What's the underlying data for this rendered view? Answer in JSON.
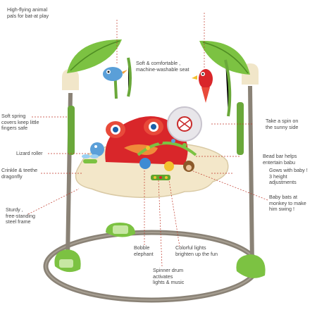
{
  "callouts": {
    "top_left": "High-flying animal\npals for bat-at play",
    "seat": "Soft & comfortable ,\nmachine-washable seat",
    "springs": "Soft spring\ncovers keep little\nfingers safe",
    "sunny": "Take a spin on\nthe sunny side",
    "lizard": "Lizard roller",
    "bead": "Bead bar helps\nentertain babu",
    "crinkle": "Crinkle & teethe\ndragonfly",
    "grows": "Gows with baby !\n3 height\nadjustments",
    "frame": "Sturdy ,\nfree-standing\nsteel frame",
    "monkey": "Baby bats at\nmonkey to make\nhim swing !",
    "elephant": "Bobble\nelephant",
    "lights": "Colorful lights\nbrighten up the fun",
    "spinner": "Spinner drum\nactivates\nlights & music"
  },
  "colors": {
    "leaf": "#7cc242",
    "frame": "#8a8276",
    "tray": "#f3e7c9",
    "seat_red": "#d9262a",
    "leader": "#c0392b",
    "sun": "#e8e6ea"
  },
  "icons": [
    "leaf-canopy",
    "bird-toy",
    "parrot-toy",
    "frog-seat",
    "sun-spinner",
    "lizard-roller",
    "dragonfly-toy",
    "monkey-toy",
    "elephant-toy"
  ]
}
